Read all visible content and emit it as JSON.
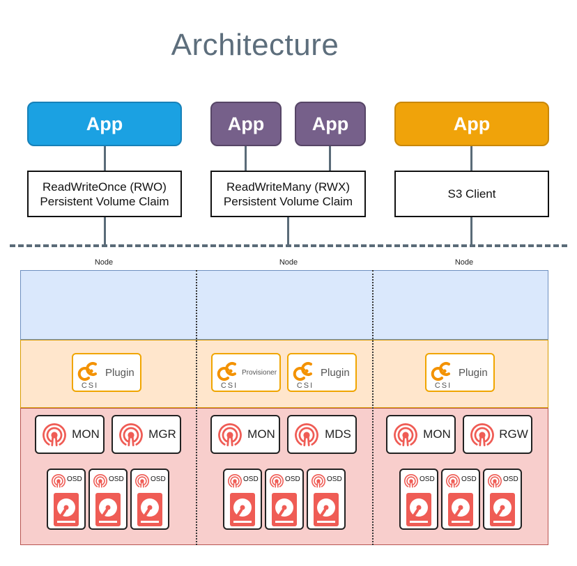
{
  "title": "Architecture",
  "apps": {
    "rwo_app": "App",
    "rwx_app_1": "App",
    "rwx_app_2": "App",
    "s3_app": "App"
  },
  "claims": {
    "rwo": {
      "line1": "ReadWriteOnce (RWO)",
      "line2": "Persistent Volume Claim"
    },
    "rwx": {
      "line1": "ReadWriteMany (RWX)",
      "line2": "Persistent Volume Claim"
    },
    "s3": {
      "line1": "S3 Client"
    }
  },
  "nodes": [
    {
      "label": "Node",
      "csi": [
        {
          "logo_text": "CSI",
          "label": "Plugin"
        }
      ],
      "services": [
        "MON",
        "MGR"
      ],
      "osds": [
        "OSD",
        "OSD",
        "OSD"
      ]
    },
    {
      "label": "Node",
      "csi": [
        {
          "logo_text": "CSI",
          "label": "Provisioner"
        },
        {
          "logo_text": "CSI",
          "label": "Plugin"
        }
      ],
      "services": [
        "MON",
        "MDS"
      ],
      "osds": [
        "OSD",
        "OSD",
        "OSD"
      ]
    },
    {
      "label": "Node",
      "csi": [
        {
          "logo_text": "CSI",
          "label": "Plugin"
        }
      ],
      "services": [
        "MON",
        "RGW"
      ],
      "osds": [
        "OSD",
        "OSD",
        "OSD"
      ]
    }
  ],
  "colors": {
    "app_blue": "#1ba1e2",
    "app_purple": "#76608a",
    "app_orange": "#f0a30a",
    "band_blue": "#dae8fc",
    "band_orange": "#ffe6cc",
    "band_red": "#f8cecc",
    "ceph_red": "#ef5c55",
    "csi_orange": "#f0a500"
  },
  "icons": {
    "ceph": "ceph-logo-icon",
    "csi": "csi-logo-icon",
    "disk": "hard-disk-icon"
  }
}
